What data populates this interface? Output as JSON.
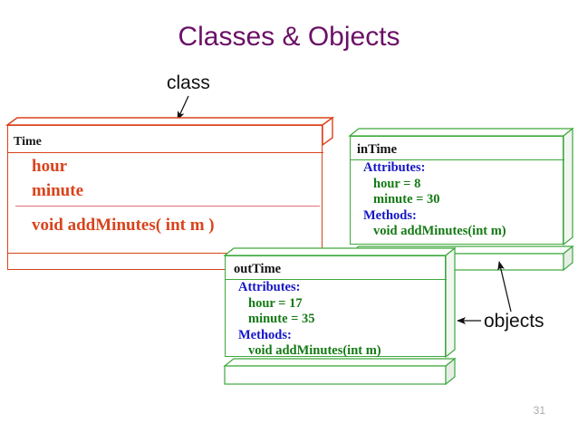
{
  "slide": {
    "title": "Classes & Objects",
    "title_color": "#6B1066",
    "page_number": "31",
    "background_color": "#FFFFFF"
  },
  "annotations": [
    {
      "key": "class_label",
      "text": "class"
    },
    {
      "key": "objects_label",
      "text": "objects"
    }
  ],
  "annotation_text": {
    "class_label": "class",
    "objects_label": "objects"
  },
  "class_box": {
    "name": "Time",
    "border_color": "#D9431C",
    "text_color": "#D9431C",
    "header_text_color": "#1A1A1A",
    "separator_color": "#E0707C",
    "attributes": [
      "hour",
      "minute"
    ],
    "methods": [
      "void addMinutes( int m )"
    ]
  },
  "object_boxes": [
    {
      "key": "inTime",
      "name": "inTime",
      "border_color": "#3CA83C",
      "section_label_color": "#1515C8",
      "value_color": "#147A14",
      "attributes_label": "Attributes:",
      "attributes": [
        "hour = 8",
        "minute = 30"
      ],
      "methods_label": "Methods:",
      "methods": [
        "void addMinutes(int m)"
      ]
    },
    {
      "key": "outTime",
      "name": "outTime",
      "border_color": "#3CA83C",
      "section_label_color": "#1515C8",
      "value_color": "#147A14",
      "attributes_label": "Attributes:",
      "attributes": [
        "hour = 17",
        "minute = 35"
      ],
      "methods_label": "Methods:",
      "methods": [
        "void addMinutes(int m)"
      ]
    }
  ]
}
